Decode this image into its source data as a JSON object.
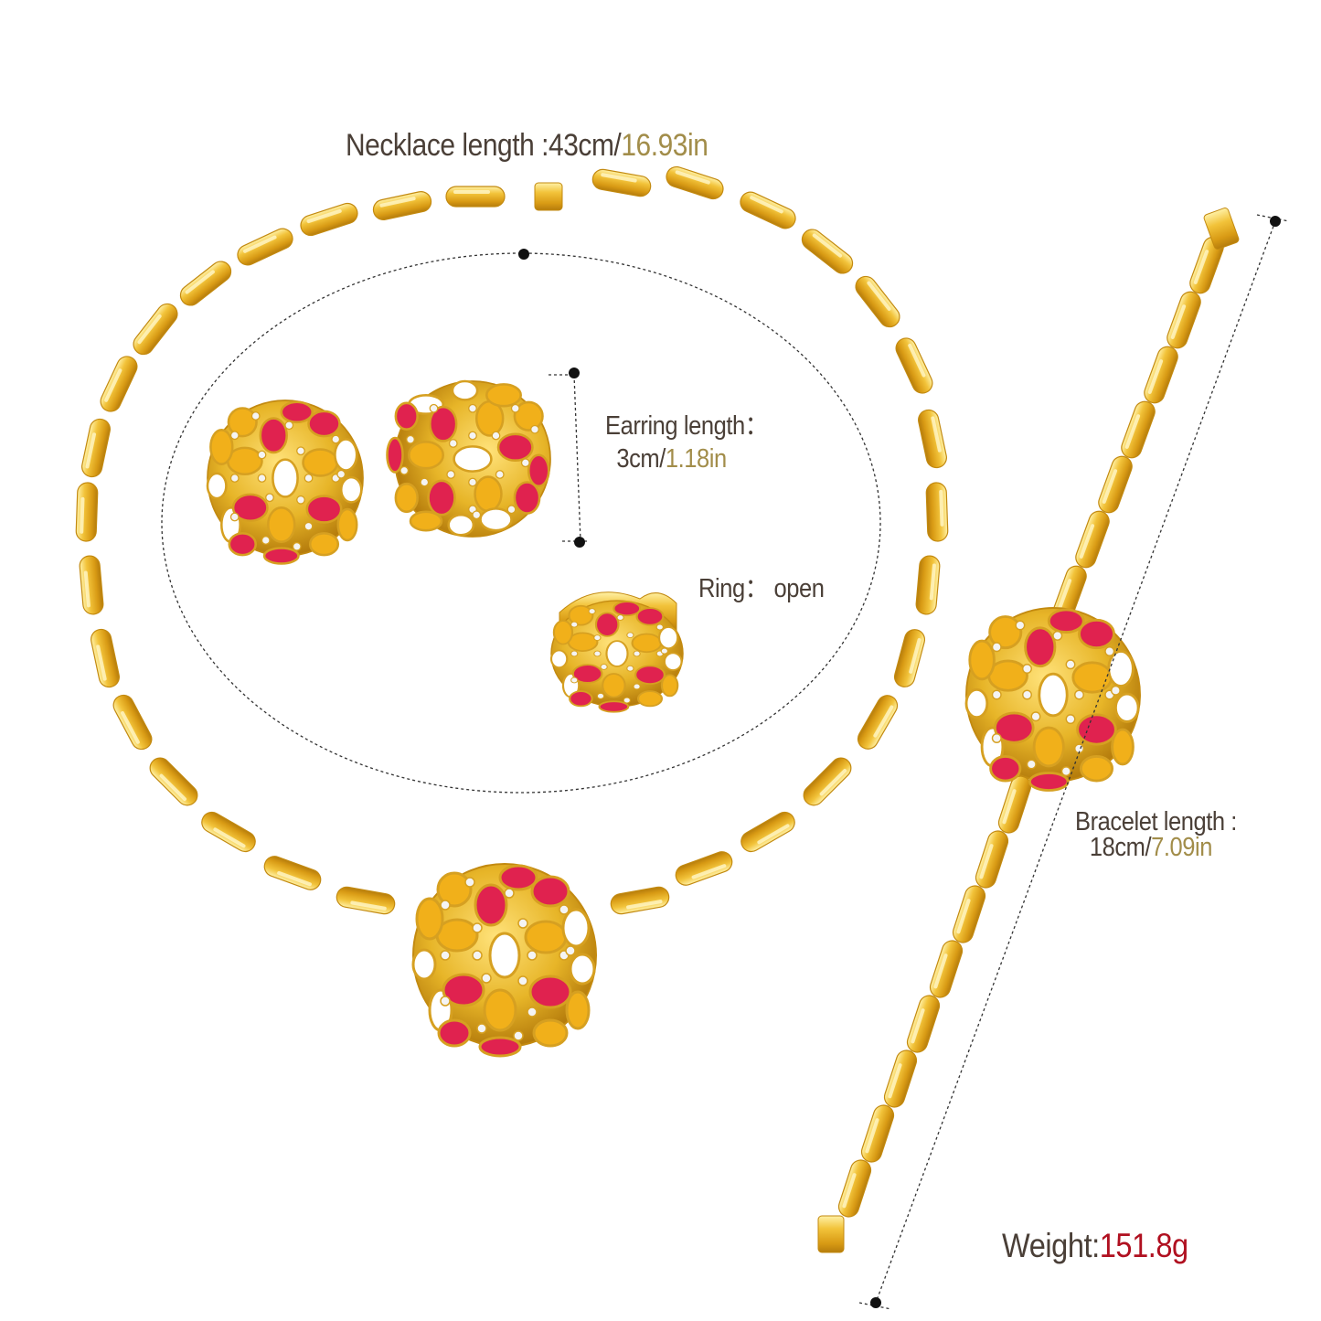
{
  "colors": {
    "background": "#ffffff",
    "label_text": "#4a3f37",
    "gold_text": "#a28d4a",
    "red_text": "#b01020",
    "gold_metal": "#e7b528",
    "gold_highlight": "#fff1a6",
    "gold_shadow": "#b57c0c",
    "enamel_red": "#e0224f",
    "enamel_yellow": "#f1b01a",
    "enamel_white": "#ffffff",
    "dotted_line": "#333333"
  },
  "annotations": {
    "necklace": {
      "prefix": "Necklace length :43cm/",
      "value": "16.93in"
    },
    "earring": {
      "title": "Earring length：",
      "prefix": "3cm/",
      "value": "1.18in"
    },
    "ring": {
      "text": "Ring： open"
    },
    "bracelet": {
      "title": "Bracelet  length :",
      "prefix": "18cm/",
      "value": "7.09in"
    },
    "weight": {
      "prefix": "Weight:",
      "value": "151.8g"
    }
  },
  "items": [
    {
      "name": "Necklace",
      "type": "gold link choker with enamel medallion"
    },
    {
      "name": "Earrings",
      "type": "pair of round enamel clip earrings"
    },
    {
      "name": "Ring",
      "type": "open adjustable dome enamel ring"
    },
    {
      "name": "Bracelet",
      "type": "gold link bracelet with enamel dome"
    }
  ]
}
